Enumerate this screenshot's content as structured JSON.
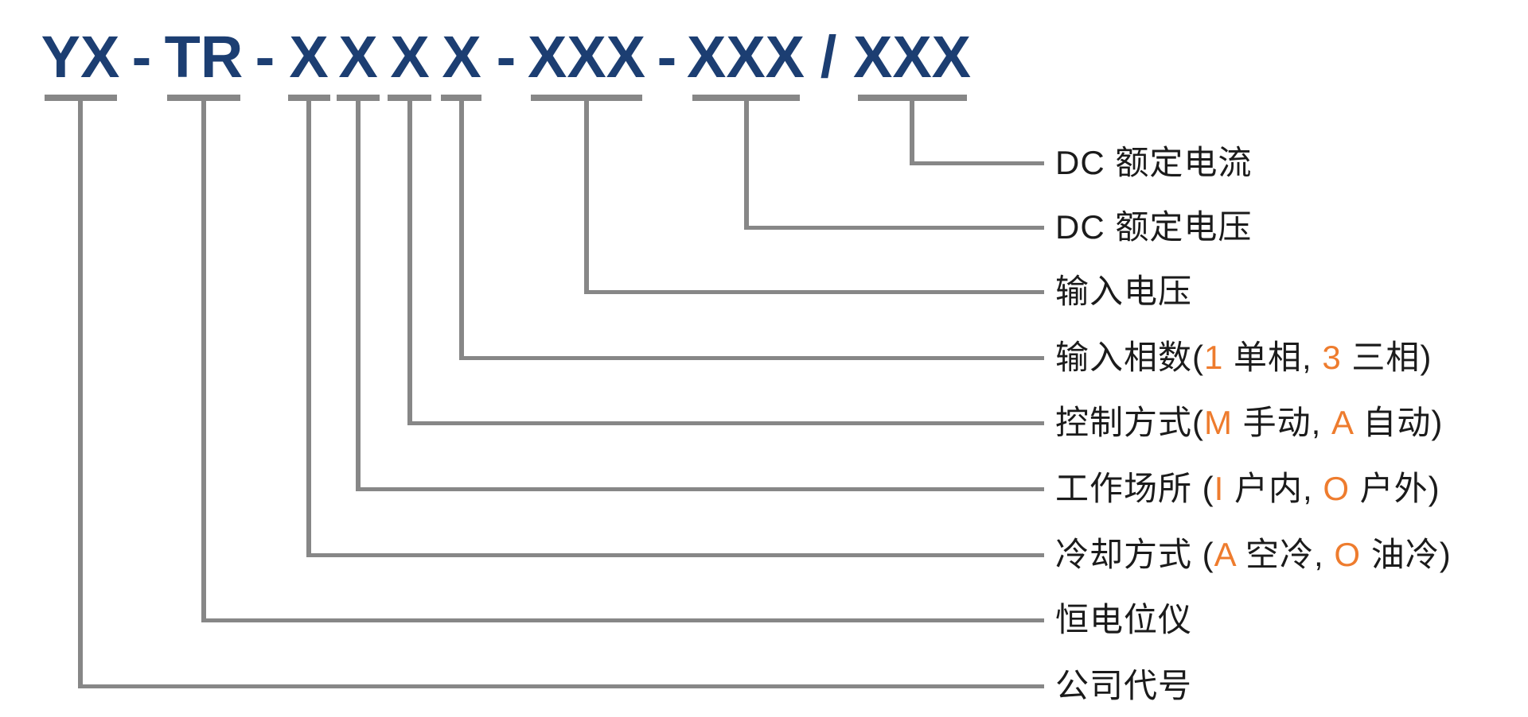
{
  "page": {
    "background": "#ffffff"
  },
  "title": {
    "text": "YX - TR - X X X X - XXX - XXX / XXX",
    "segments": [
      "YX",
      "-",
      "TR",
      "-",
      "X",
      "X",
      "X",
      "X",
      "-",
      "XXX",
      "-",
      "XXX",
      "/",
      "XXX"
    ],
    "color": "#1c3e72"
  },
  "colors": {
    "model_code_navy": "#1c3e72",
    "highlight_orange": "#ee7c2e",
    "connector_gray": "#878787",
    "label_text": "#1b1b1b"
  },
  "rows": [
    {
      "label": "DC 额定电流"
    },
    {
      "label": "DC 额定电压"
    },
    {
      "label": "输入电压"
    },
    {
      "label": "输入相数(1 单相, 3 三相)",
      "parts": {
        "prefix": "输入相数(",
        "code1": "1",
        "mid": " 单相, ",
        "code2": "3",
        "suffix": " 三相)"
      }
    },
    {
      "label": "控制方式(M 手动, A 自动)",
      "parts": {
        "prefix": "控制方式(",
        "code1": "M",
        "mid": " 手动, ",
        "code2": "A",
        "suffix": " 自动)"
      }
    },
    {
      "label": "工作场所 (I 户内, O 户外)",
      "parts": {
        "prefix": "工作场所 (",
        "code1": "I",
        "mid": " 户内, ",
        "code2": "O",
        "suffix": " 户外)"
      }
    },
    {
      "label": "冷却方式 (A 空冷, O 油冷)",
      "parts": {
        "prefix": "冷却方式 (",
        "code1": "A",
        "mid": " 空冷, ",
        "code2": "O",
        "suffix": " 油冷)"
      }
    },
    {
      "label": "恒电位仪"
    },
    {
      "label": "公司代号"
    }
  ]
}
